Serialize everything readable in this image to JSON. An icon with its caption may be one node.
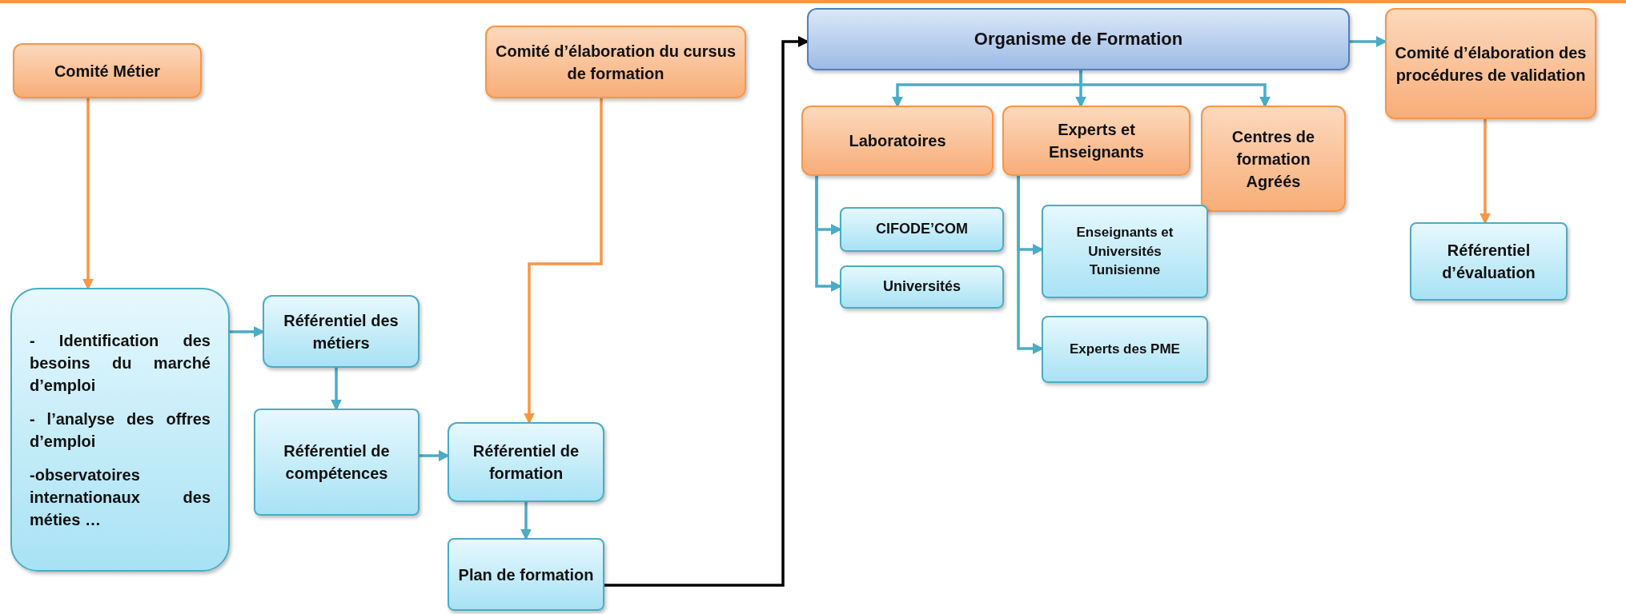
{
  "diagram": {
    "nodes": [
      {
        "text": [
          "Comité Métier"
        ]
      },
      {
        "text": [
          "Comité d’élaboration du cursus de formation"
        ]
      },
      {
        "text": [
          "Organisme de Formation"
        ]
      },
      {
        "text": [
          "Comité d’élaboration des procédures de validation"
        ]
      },
      {
        "text": [
          "Laboratoires"
        ]
      },
      {
        "text": [
          "Experts et Enseignants"
        ]
      },
      {
        "text": [
          "Centres de formation Agréés"
        ]
      },
      {
        "text": [
          "CIFODE’COM"
        ]
      },
      {
        "text": [
          "Universités"
        ]
      },
      {
        "text": [
          "Enseignants et Universités Tunisienne"
        ]
      },
      {
        "text": [
          "Experts des PME"
        ]
      },
      {
        "text": [
          "Référentiel d’évaluation"
        ]
      },
      {
        "text": [
          "- Identification des besoins du marché d’emploi",
          "- l’analyse des offres d’emploi",
          "-observatoires internationaux des méties …"
        ]
      },
      {
        "text": [
          "Référentiel des métiers"
        ]
      },
      {
        "text": [
          "Référentiel de compétences"
        ]
      },
      {
        "text": [
          "Référentiel de formation"
        ]
      },
      {
        "text": [
          "Plan de formation"
        ]
      }
    ],
    "edges": [
      {
        "from": 0,
        "to": 12,
        "arrow": "to",
        "color": "#f79646"
      },
      {
        "from": 1,
        "to": 15,
        "arrow": "to",
        "color": "#f79646"
      },
      {
        "from": 12,
        "to": 13,
        "arrow": "to"
      },
      {
        "from": 13,
        "to": 14,
        "arrow": "to"
      },
      {
        "from": 14,
        "to": 15,
        "arrow": "to"
      },
      {
        "from": 15,
        "to": 16,
        "arrow": "to"
      },
      {
        "from": 16,
        "to": 2,
        "arrow": "to",
        "color": "#000000"
      },
      {
        "from": 2,
        "to": 3,
        "arrow": "to"
      },
      {
        "from": 2,
        "to": 4,
        "arrow": "to"
      },
      {
        "from": 2,
        "to": 5,
        "arrow": "to"
      },
      {
        "from": 2,
        "to": 6,
        "arrow": "to"
      },
      {
        "from": 4,
        "to": 7,
        "arrow": "to"
      },
      {
        "from": 4,
        "to": 8,
        "arrow": "to"
      },
      {
        "from": 5,
        "to": 9,
        "arrow": "to"
      },
      {
        "from": 5,
        "to": 10,
        "arrow": "to"
      },
      {
        "from": 3,
        "to": 11,
        "arrow": "to",
        "color": "#f79646"
      }
    ]
  }
}
